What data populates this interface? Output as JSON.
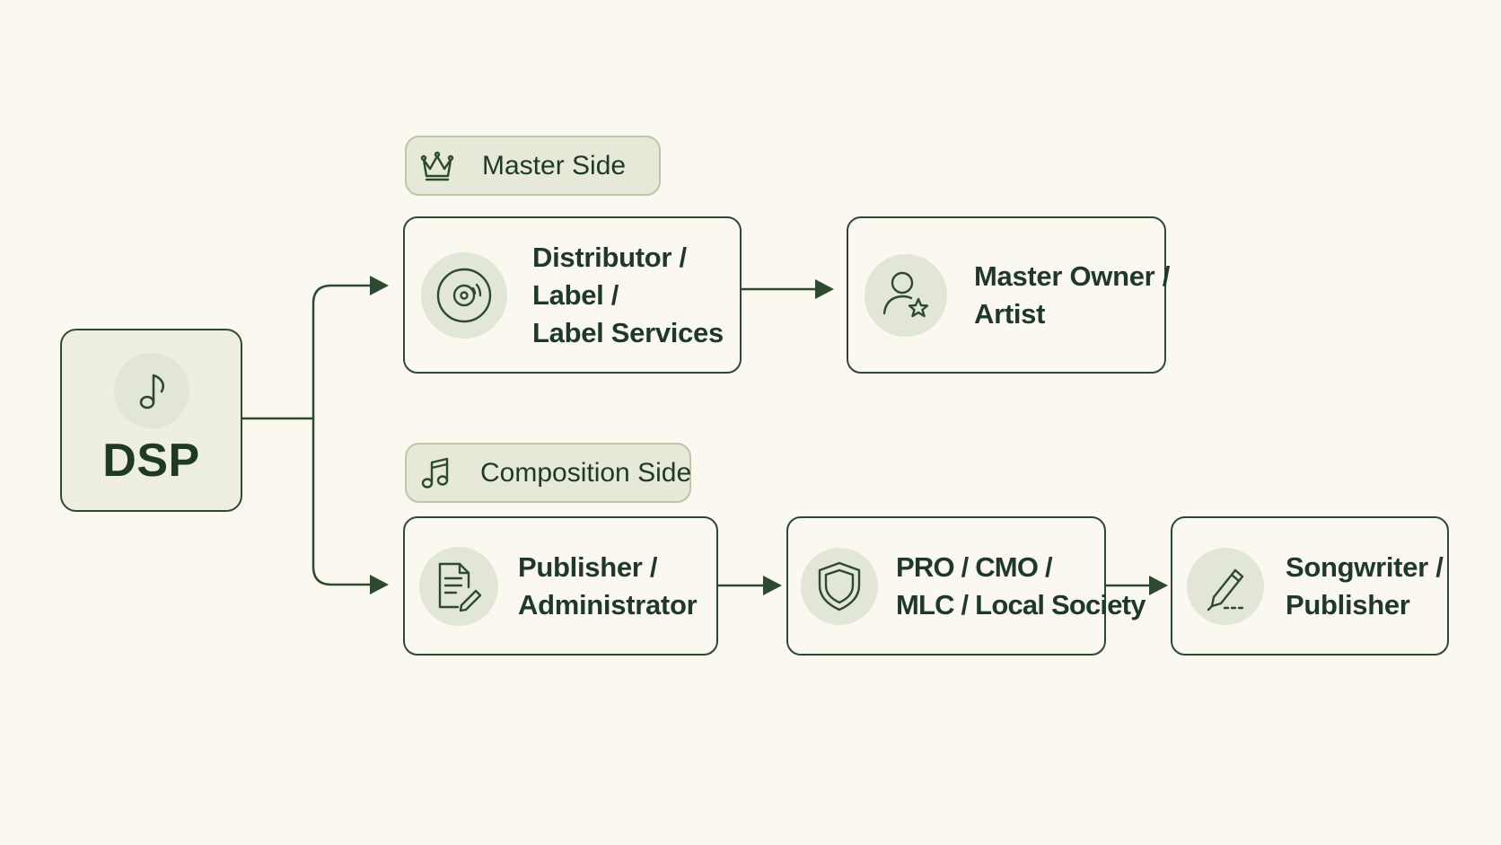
{
  "dsp": {
    "title": "DSP",
    "icon": "music-note-icon"
  },
  "master_side": {
    "tag_label": "Master Side",
    "tag_icon": "crown-icon",
    "nodes": [
      {
        "lines": [
          "Distributor /",
          "Label /",
          "Label Services"
        ],
        "icon": "vinyl-record-icon"
      },
      {
        "lines": [
          "Master Owner /",
          "Artist"
        ],
        "icon": "person-star-icon"
      }
    ]
  },
  "composition_side": {
    "tag_label": "Composition Side",
    "tag_icon": "music-notes-icon",
    "nodes": [
      {
        "lines": [
          "Publisher /",
          "Administrator"
        ],
        "icon": "document-pen-icon"
      },
      {
        "lines": [
          "PRO / CMO /",
          "MLC / Local Society"
        ],
        "icon": "shield-icon"
      },
      {
        "lines": [
          "Songwriter /",
          "Publisher"
        ],
        "icon": "pen-icon"
      }
    ]
  },
  "colors": {
    "background": "#fbf8f0",
    "stroke": "#2d4a31",
    "text": "#1f3a24",
    "icon_circle": "#e2e6d6",
    "tag_fill": "#e6e9d8",
    "tag_border": "#bcc6a8"
  }
}
